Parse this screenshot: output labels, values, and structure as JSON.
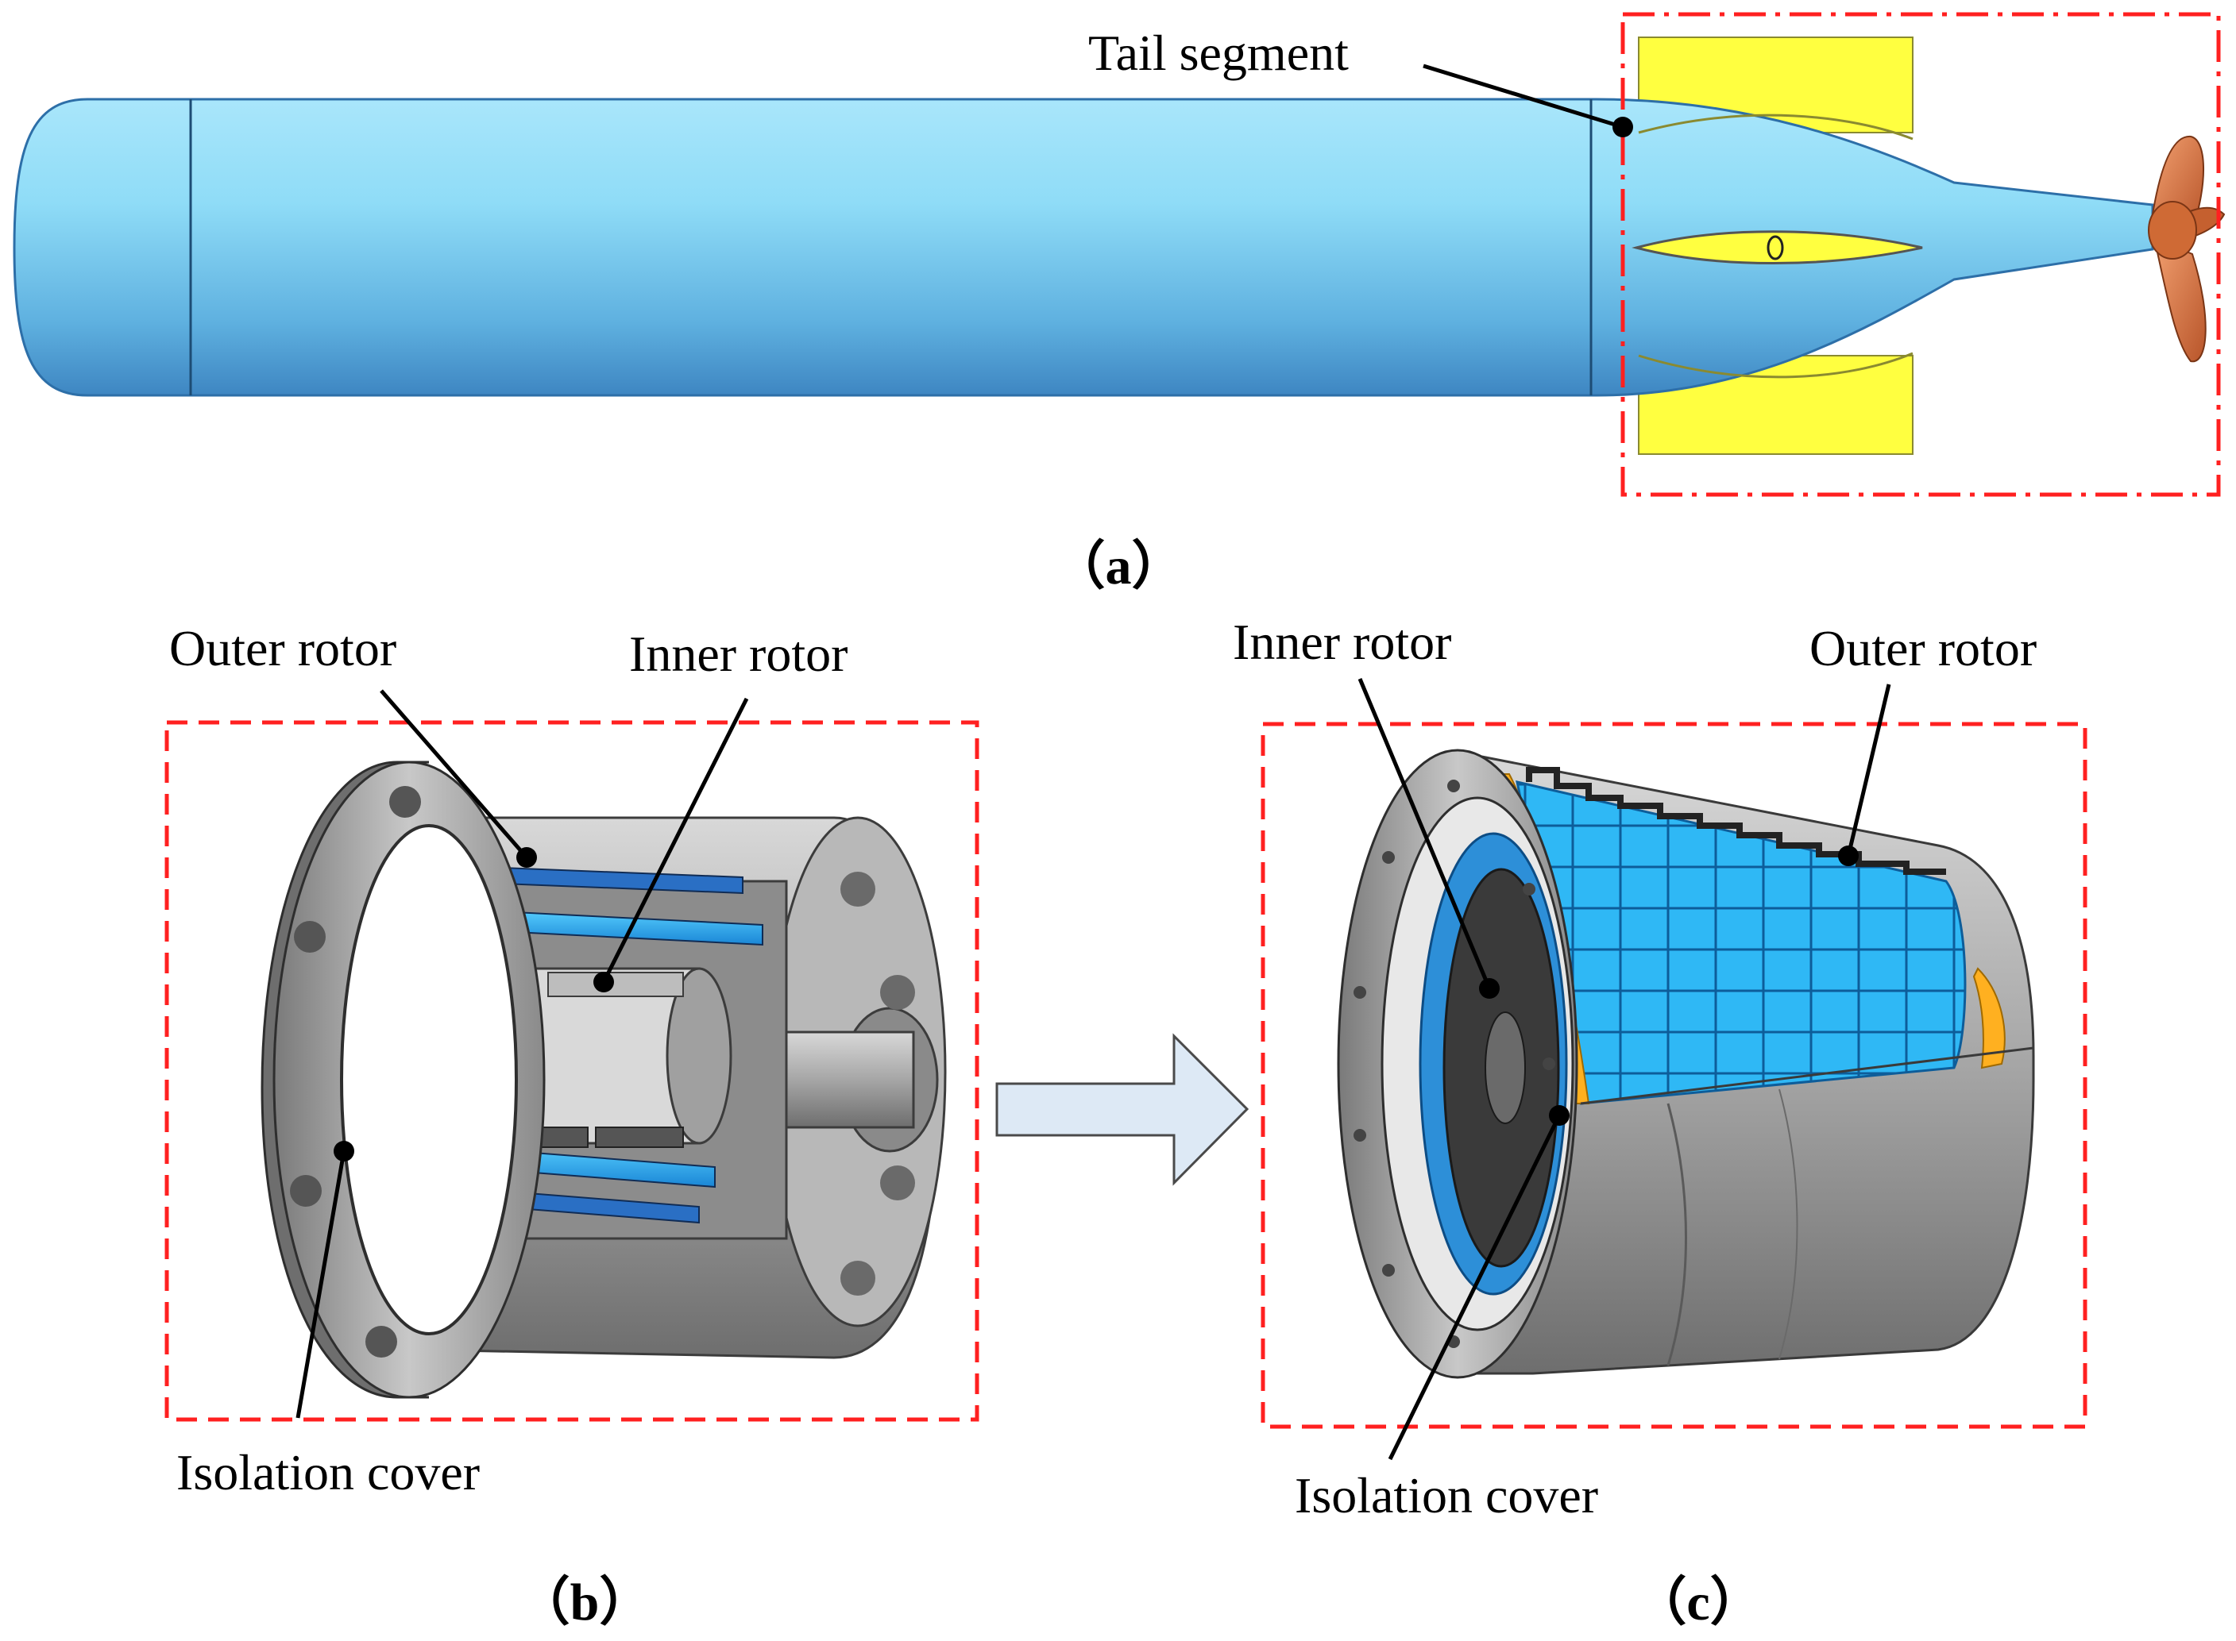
{
  "panel_a": {
    "label_tail": "Tail segment",
    "caption": "（a）"
  },
  "panel_b": {
    "label_outer": "Outer rotor",
    "label_inner": "Inner rotor",
    "label_isolation": "Isolation cover",
    "caption": "（b）"
  },
  "panel_c": {
    "label_inner": "Inner rotor",
    "label_outer": "Outer rotor",
    "label_isolation": "Isolation cover",
    "caption": "（c）"
  },
  "colors": {
    "hull_blue": "#7fd3f3",
    "fin_yellow": "#ffff33",
    "propeller": "#d8743f",
    "highlight_red": "#ff2020",
    "magnet_blue": "#1ea0e8",
    "steel_gray": "#9a9a9a",
    "arrow_fill": "#dde9f5"
  }
}
